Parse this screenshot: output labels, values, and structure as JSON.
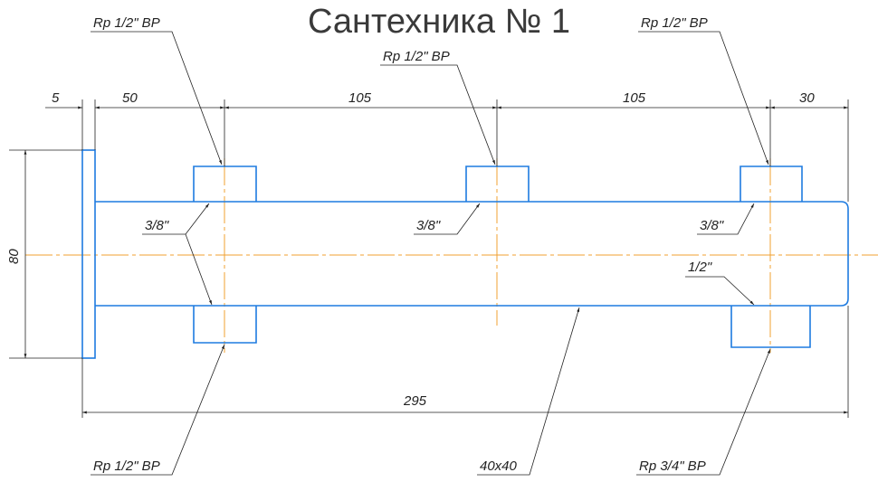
{
  "title": "Сантехника № 1",
  "dimensions": {
    "d5": "5",
    "d50": "50",
    "d105a": "105",
    "d105b": "105",
    "d30": "30",
    "d80": "80",
    "d295": "295"
  },
  "labels": {
    "top_left": "Rp 1/2\" BP",
    "top_mid": "Rp 1/2\" BP",
    "top_right": "Rp 1/2\" BP",
    "thread_left": "3/8\"",
    "thread_mid": "3/8\"",
    "thread_right": "3/8\"",
    "thread_half": "1/2\"",
    "bottom_left": "Rp 1/2\" BP",
    "profile": "40x40",
    "bottom_right": "Rp 3/4\" BP"
  },
  "colors": {
    "part": "#1e7be0",
    "axis": "#f0a030",
    "dimension": "#222222"
  }
}
